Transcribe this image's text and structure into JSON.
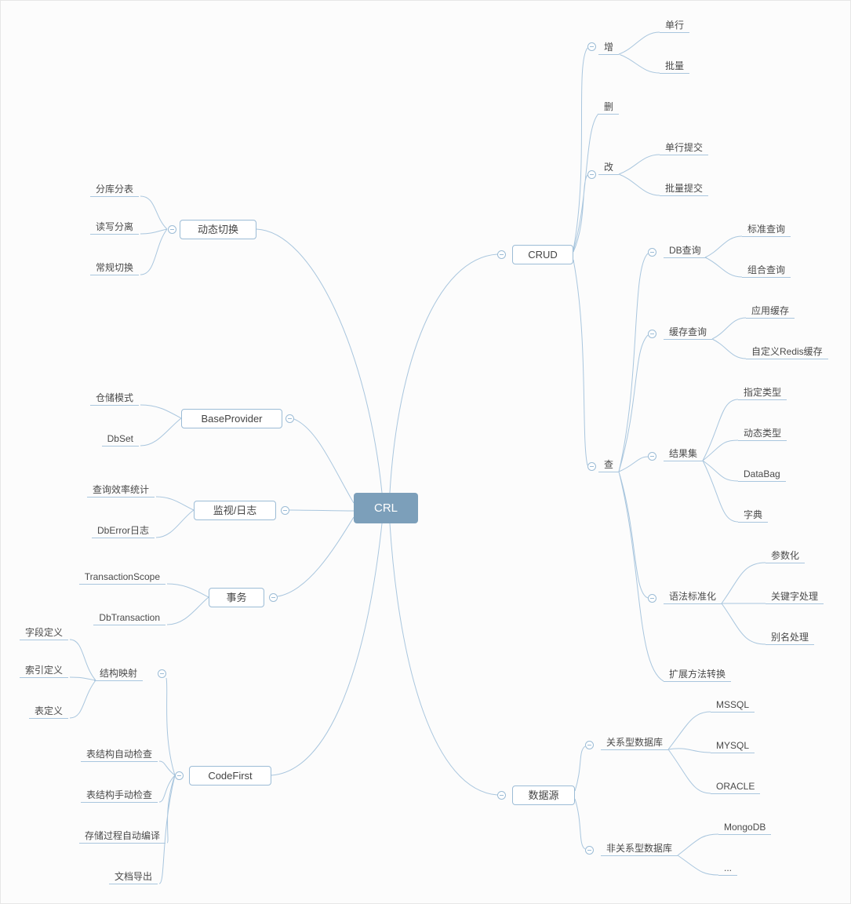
{
  "root": {
    "label": "CRL"
  },
  "nodes": {
    "crud": "CRUD",
    "zeng": "增",
    "danhang": "单行",
    "piliang": "批量",
    "shan": "删",
    "gai": "改",
    "danhang_tijiao": "单行提交",
    "piliang_tijiao": "批量提交",
    "cha": "查",
    "db_chaxun": "DB查询",
    "biaozhun_chaxun": "标准查询",
    "zuhe_chaxun": "组合查询",
    "huancun_chaxun": "缓存查询",
    "yingyong_huancun": "应用缓存",
    "redis_huancun": "自定义Redis缓存",
    "jieguoji": "结果集",
    "zhiding_leixing": "指定类型",
    "dongtai_leixing": "动态类型",
    "databag": "DataBag",
    "zidian": "字典",
    "yufa_biaozhunhua": "语法标准化",
    "canshuhua": "参数化",
    "guanjianzi_chuli": "关键字处理",
    "bieming_chuli": "别名处理",
    "kuozhan_fangfa": "扩展方法转换",
    "shujuyuan": "数据源",
    "guanxixing": "关系型数据库",
    "mssql": "MSSQL",
    "mysql": "MYSQL",
    "oracle": "ORACLE",
    "feiguanxixing": "非关系型数据库",
    "mongodb": "MongoDB",
    "ellipsis": "...",
    "dongtai_qiehuan": "动态切换",
    "fenku_fenbiao": "分库分表",
    "duxie_fenli": "读写分离",
    "changgui_qiehuan": "常规切换",
    "baseprovider": "BaseProvider",
    "cangchu_moshi": "仓储模式",
    "dbset": "DbSet",
    "jianshi_rizhi": "监视/日志",
    "chaxun_xiaolv": "查询效率统计",
    "dberror_rizhi": "DbError日志",
    "shiwu": "事务",
    "transactionscope": "TransactionScope",
    "dbtransaction": "DbTransaction",
    "codefirst": "CodeFirst",
    "jiegou_yingshe": "结构映射",
    "ziduan_dingyi": "字段定义",
    "suoyin_dingyi": "索引定义",
    "biao_dingyi": "表定义",
    "biao_zidong_jiancha": "表结构自动检查",
    "biao_shoudong_jiancha": "表结构手动检查",
    "cunchu_bianyi": "存储过程自动编译",
    "wendang_daochu": "文档导出"
  },
  "icons": {
    "collapse": "minus-circle"
  },
  "colors": {
    "line": "#A9C6DE",
    "node_border": "#9CBCD6",
    "root_bg": "#7C9FBA",
    "root_text": "#FFFFFF",
    "text": "#4A4A4A",
    "background": "#FCFCFC"
  }
}
